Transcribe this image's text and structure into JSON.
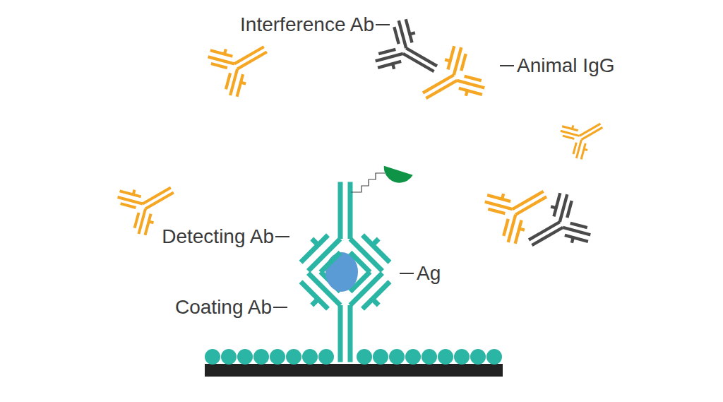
{
  "diagram": {
    "labels": [
      "Interference Ab",
      "Animal IgG",
      "Detecting Ab",
      "Ag",
      "Coating Ab"
    ]
  }
}
